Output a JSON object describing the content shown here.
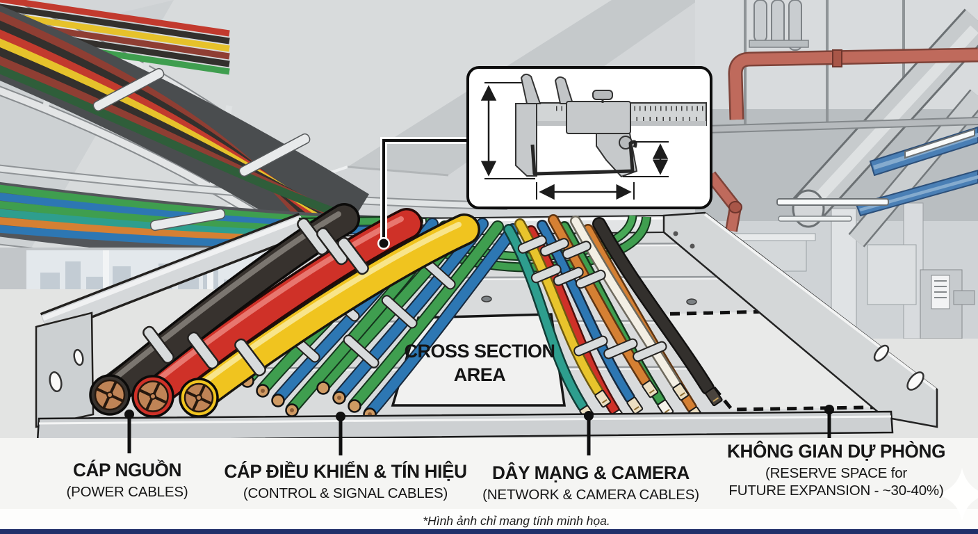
{
  "diagram": {
    "cross_section_area": {
      "line1": "CROSS SECTION",
      "line2": "AREA"
    },
    "labels": {
      "power": {
        "title_vi": "CÁP NGUỒN",
        "title_en": "(POWER CABLES)"
      },
      "control": {
        "title_vi": "CÁP ĐIỀU KHIỂN & TÍN HIỆU",
        "title_en": "(CONTROL & SIGNAL CABLES)"
      },
      "network": {
        "title_vi": "DÂY MẠNG & CAMERA",
        "title_en": "(NETWORK & CAMERA CABLES)"
      },
      "reserve": {
        "title_vi": "KHÔNG GIAN DỰ PHÒNG",
        "title_en_line1": "(RESERVE SPACE for",
        "title_en_line2": "FUTURE EXPANSION - ~30-40%)"
      }
    },
    "caption": "*Hình ảnh chỉ mang tính minh họa.",
    "icons": {
      "inset": "vernier-caliper-measurement-icon",
      "watermark": "sparkle-star-icon"
    },
    "colors": {
      "power_cables": [
        "#37322e",
        "#cf3128",
        "#f0c41f"
      ],
      "control_cables": [
        "#3f9e4f",
        "#2d77b3"
      ],
      "network_cables": [
        "#2e9e8e",
        "#e8c42c",
        "#cf3128",
        "#2d77b3",
        "#d58033",
        "#33302d"
      ],
      "tray_metal": "#d9dbdc",
      "outline": "#1a1a1a",
      "pipe_red": "#bf6a5c",
      "tray_blue": "#4a7fb5",
      "bottom_bar": "#21306a"
    }
  }
}
